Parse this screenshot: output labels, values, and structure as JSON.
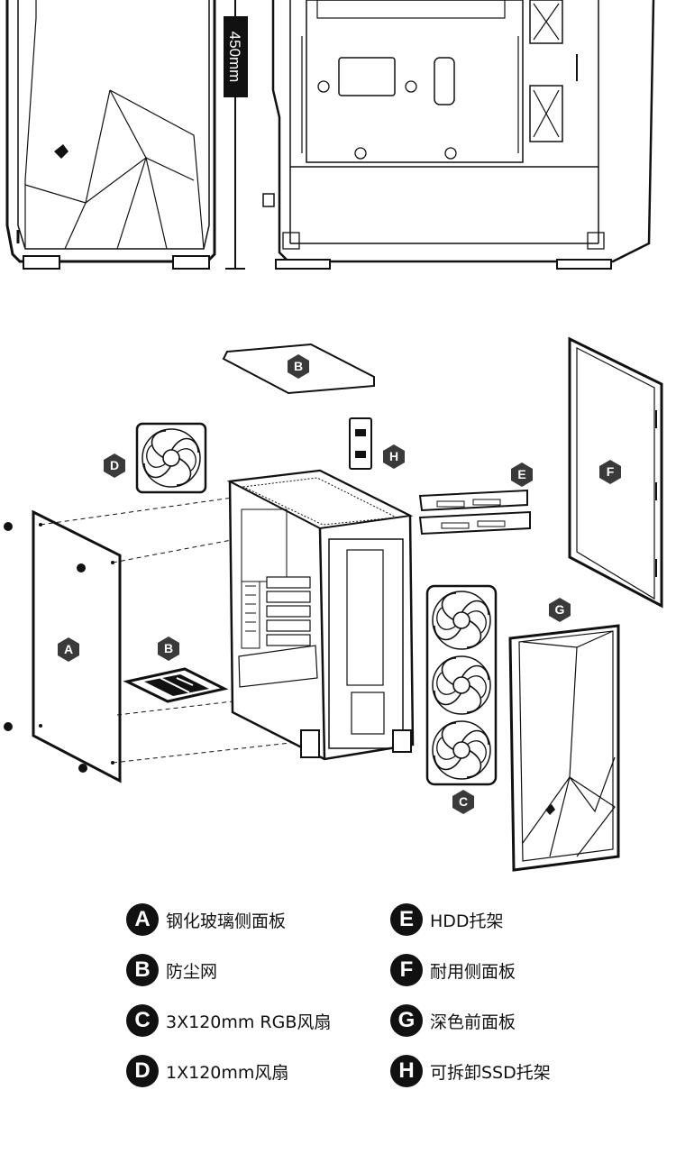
{
  "dimension": {
    "label": "450mm"
  },
  "callouts": {
    "A": "A",
    "B_top": "B",
    "B_bottom": "B",
    "C": "C",
    "D": "D",
    "E": "E",
    "F": "F",
    "G": "G",
    "H": "H"
  },
  "legend": [
    {
      "letter": "A",
      "label": "钢化玻璃侧面板"
    },
    {
      "letter": "B",
      "label": "防尘网"
    },
    {
      "letter": "C",
      "label": "3X120mm RGB风扇"
    },
    {
      "letter": "D",
      "label": "1X120mm风扇"
    },
    {
      "letter": "E",
      "label": "HDD托架"
    },
    {
      "letter": "F",
      "label": "耐用侧面板"
    },
    {
      "letter": "G",
      "label": "深色前面板"
    },
    {
      "letter": "H",
      "label": "可拆卸SSD托架"
    }
  ],
  "colors": {
    "ink": "#111111",
    "badge": "#3a3a3a",
    "paper": "#ffffff"
  }
}
